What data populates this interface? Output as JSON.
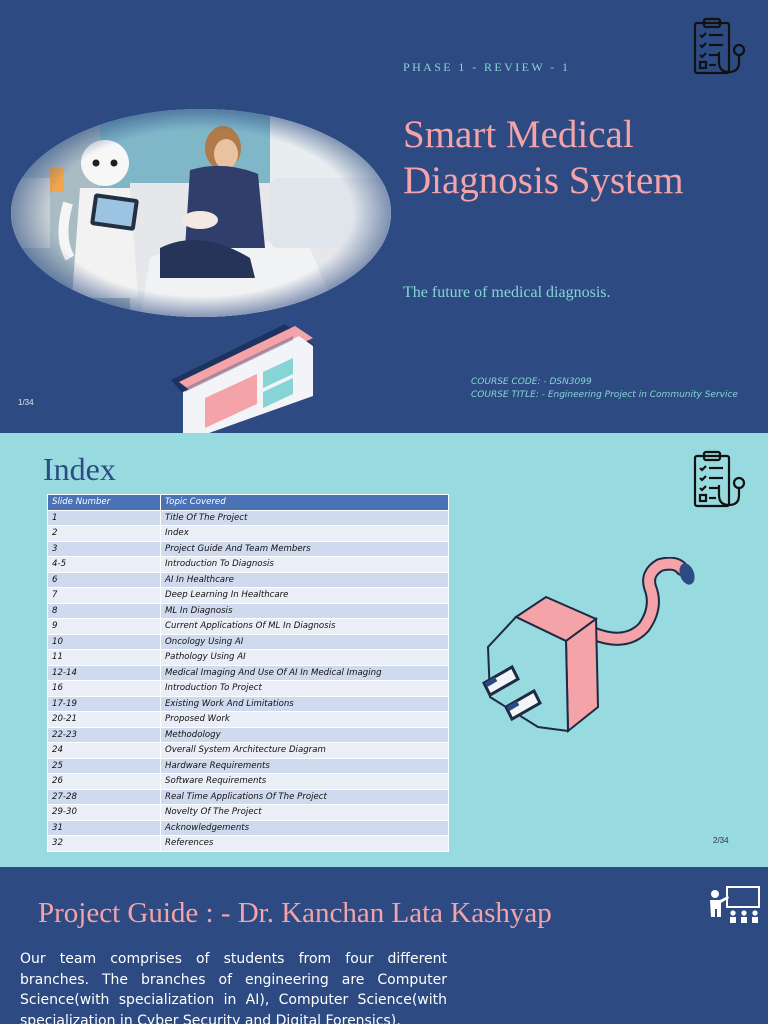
{
  "slide1": {
    "phase": "PHASE 1 - REVIEW - 1",
    "title": "Smart Medical Diagnosis System",
    "subtitle": "The future of medical diagnosis.",
    "course_code": "COURSE CODE: - DSN3099",
    "course_title": "COURSE TITLE: - Engineering Project in Community Service",
    "page": "1/34",
    "icons": [
      "medical-clipboard-stethoscope-icon",
      "browser-window-icon"
    ],
    "colors": {
      "background": "#2d4b82",
      "title": "#f4a3a8",
      "accent": "#86d4d6"
    }
  },
  "slide2": {
    "heading": "Index",
    "columns": [
      "Slide Number",
      "Topic Covered"
    ],
    "rows": [
      [
        "1",
        "Title Of The Project"
      ],
      [
        "2",
        "Index"
      ],
      [
        "3",
        "Project Guide And Team Members"
      ],
      [
        "4-5",
        "Introduction To Diagnosis"
      ],
      [
        "6",
        "AI In Healthcare"
      ],
      [
        "7",
        "Deep Learning In Healthcare"
      ],
      [
        "8",
        "ML In Diagnosis"
      ],
      [
        "9",
        "Current Applications Of ML In Diagnosis"
      ],
      [
        "10",
        "Oncology Using AI"
      ],
      [
        "11",
        "Pathology Using AI"
      ],
      [
        "12-14",
        "Medical Imaging And Use Of AI In Medical Imaging"
      ],
      [
        "16",
        "Introduction To Project"
      ],
      [
        "17-19",
        "Existing Work And Limitations"
      ],
      [
        "20-21",
        "Proposed Work"
      ],
      [
        "22-23",
        "Methodology"
      ],
      [
        "24",
        "Overall System Architecture Diagram"
      ],
      [
        "25",
        "Hardware Requirements"
      ],
      [
        "26",
        "Software Requirements"
      ],
      [
        "27-28",
        "Real Time Applications Of The Project"
      ],
      [
        "29-30",
        "Novelty Of The Project"
      ],
      [
        "31",
        "Acknowledgements"
      ],
      [
        "32",
        "References"
      ]
    ],
    "page": "2/34",
    "icons": [
      "medical-clipboard-stethoscope-icon",
      "power-plug-icon"
    ],
    "colors": {
      "background": "#97dadf",
      "header_row": "#4a72b5"
    }
  },
  "slide3": {
    "heading": "Project Guide : - Dr. Kanchan Lata Kashyap",
    "body": "Our team comprises of students from four different branches. The branches of engineering are Computer Science(with specialization in AI), Computer Science(with specialization in Cyber Security and Digital Forensics),",
    "icons": [
      "teacher-classroom-icon"
    ]
  }
}
